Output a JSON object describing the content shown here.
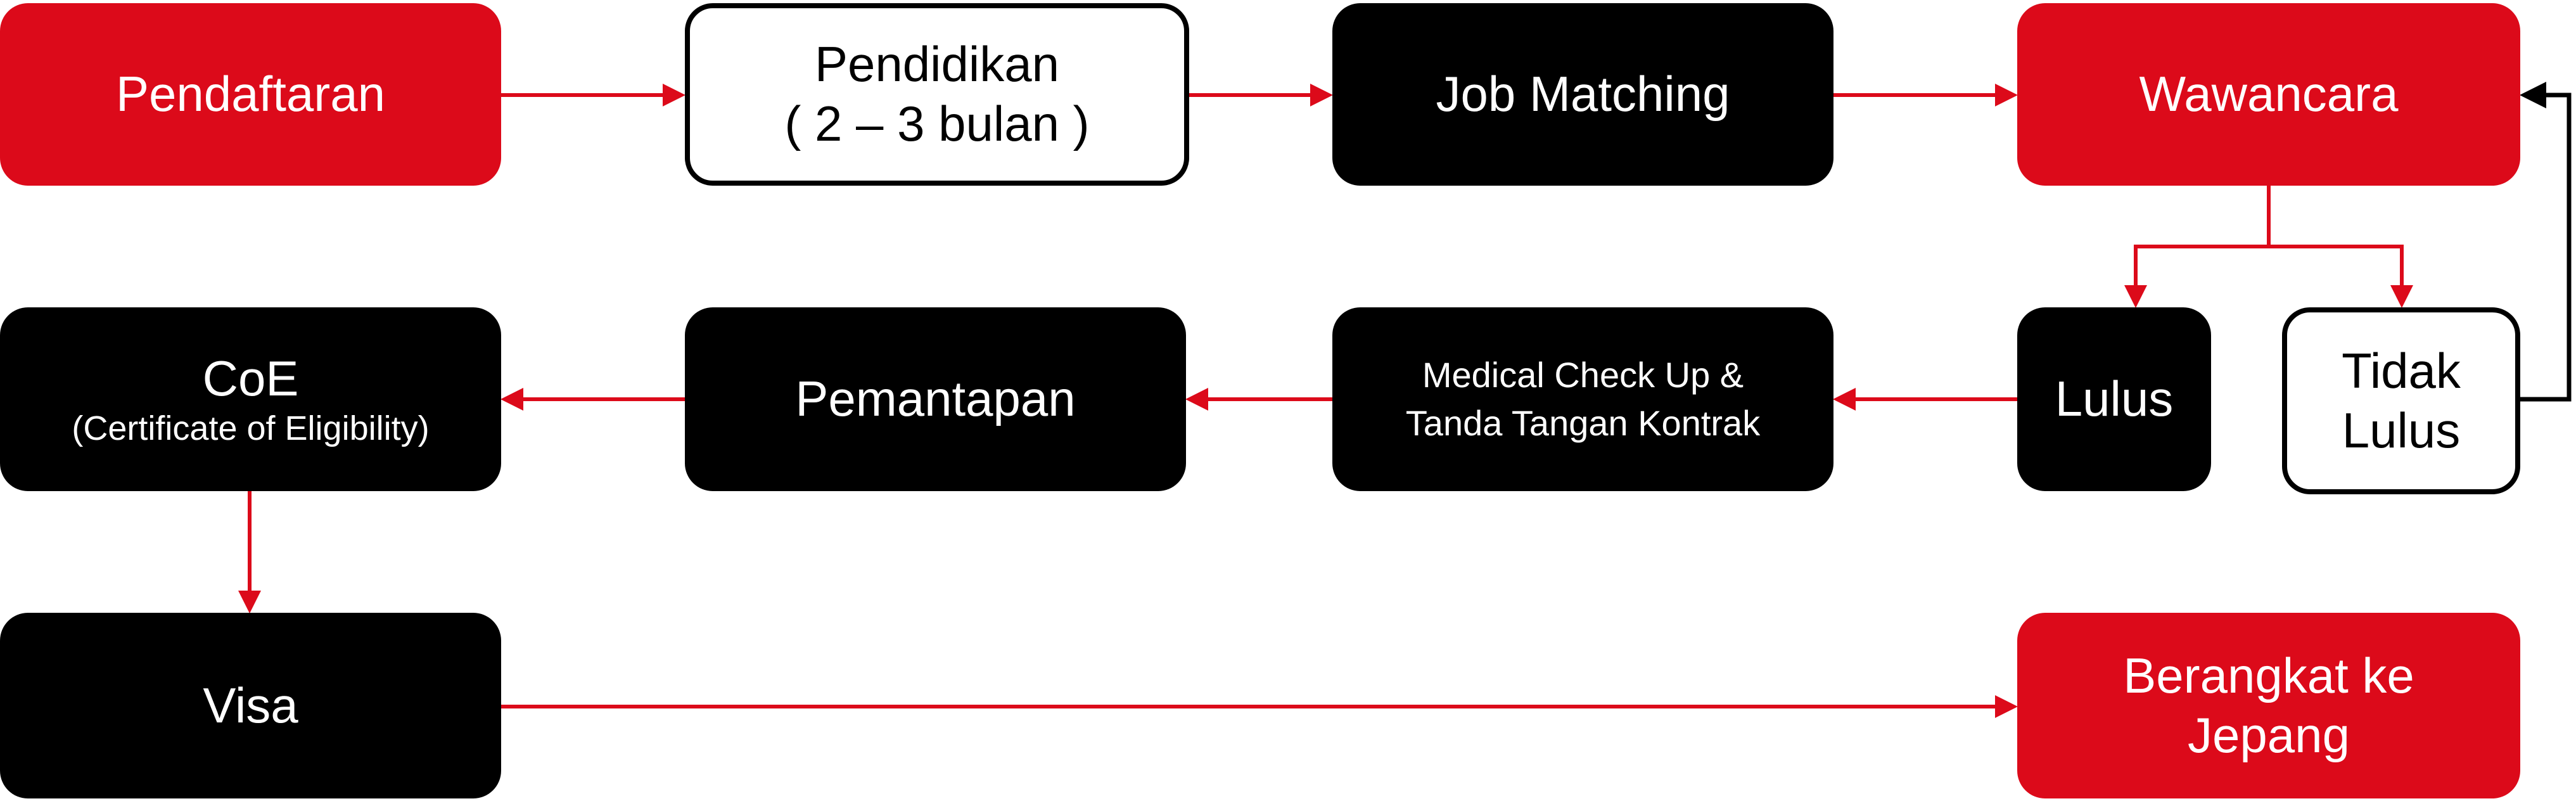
{
  "steps": {
    "pendaftaran": "Pendaftaran",
    "pendidikan": {
      "title": "Pendidikan",
      "duration": "( 2 – 3 bulan )"
    },
    "job_matching": "Job Matching",
    "wawancara": "Wawancara",
    "lulus": "Lulus",
    "tidak_lulus": {
      "line1": "Tidak",
      "line2": "Lulus"
    },
    "medical": {
      "line1": "Medical Check Up &",
      "line2": "Tanda Tangan Kontrak"
    },
    "pemantapan": "Pemantapan",
    "coe": {
      "title": "CoE",
      "subtitle": "(Certificate of Eligibility)"
    },
    "visa": "Visa",
    "berangkat": {
      "line1": "Berangkat ke",
      "line2": "Jepang"
    }
  },
  "colors": {
    "red": "#dc0a1a",
    "black": "#000000",
    "white": "#ffffff"
  }
}
